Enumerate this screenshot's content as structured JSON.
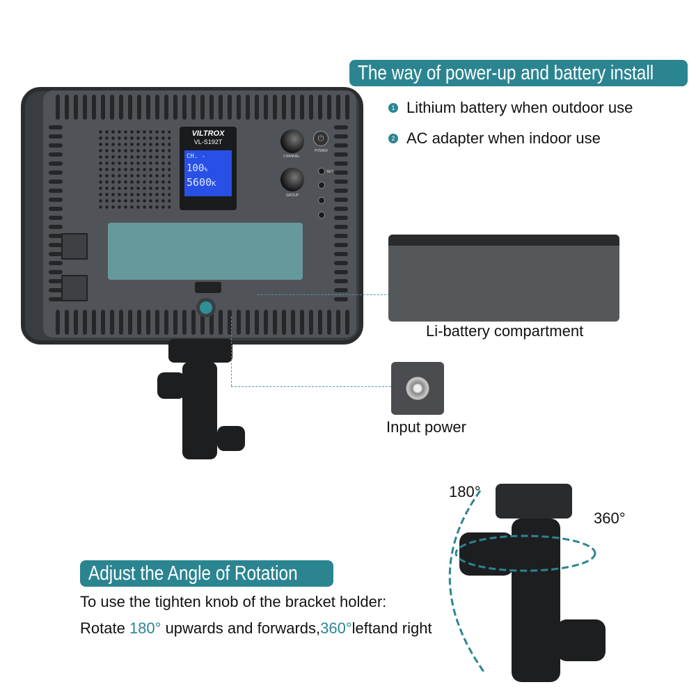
{
  "power_section": {
    "title": "The way of power-up and battery install",
    "items": [
      {
        "number": "1",
        "text": "Lithium battery when outdoor use"
      },
      {
        "number": "2",
        "text": "AC adapter when indoor use"
      }
    ]
  },
  "device": {
    "brand": "VILTROX",
    "model": "VL-S192T",
    "lcd": {
      "channel": "CH.",
      "channel_value": "-",
      "brightness": "100",
      "brightness_unit": "%",
      "temperature": "5600",
      "temperature_unit": "K"
    },
    "labels": {
      "channel": "CHANNEL",
      "power": "POWER",
      "group": "GROUP",
      "set": "SET"
    }
  },
  "callouts": {
    "battery": "Li-battery compartment",
    "input": "Input power"
  },
  "rotation_section": {
    "title": "Adjust the Angle of Rotation",
    "line1": "To use the tighten knob of the bracket holder:",
    "line2_prefix": "Rotate ",
    "angle1": "180°",
    "line2_mid": " upwards and forwards,",
    "angle2": "360°",
    "line2_suffix": "leftand right",
    "label_180": "180°",
    "label_360": "360°"
  },
  "colors": {
    "accent": "#2b8591",
    "lcd": "#2950e6"
  }
}
